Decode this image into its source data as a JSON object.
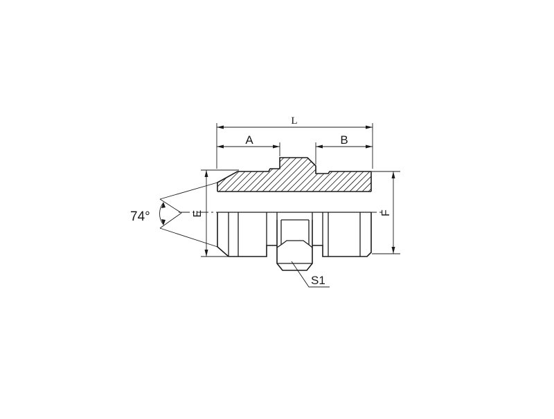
{
  "labels": {
    "overall_length": "L",
    "left_thread_length": "A",
    "right_thread_length": "B",
    "left_thread_diameter": "E",
    "right_thread_diameter": "F",
    "hex_size": "S1",
    "cone_angle": "74°"
  }
}
